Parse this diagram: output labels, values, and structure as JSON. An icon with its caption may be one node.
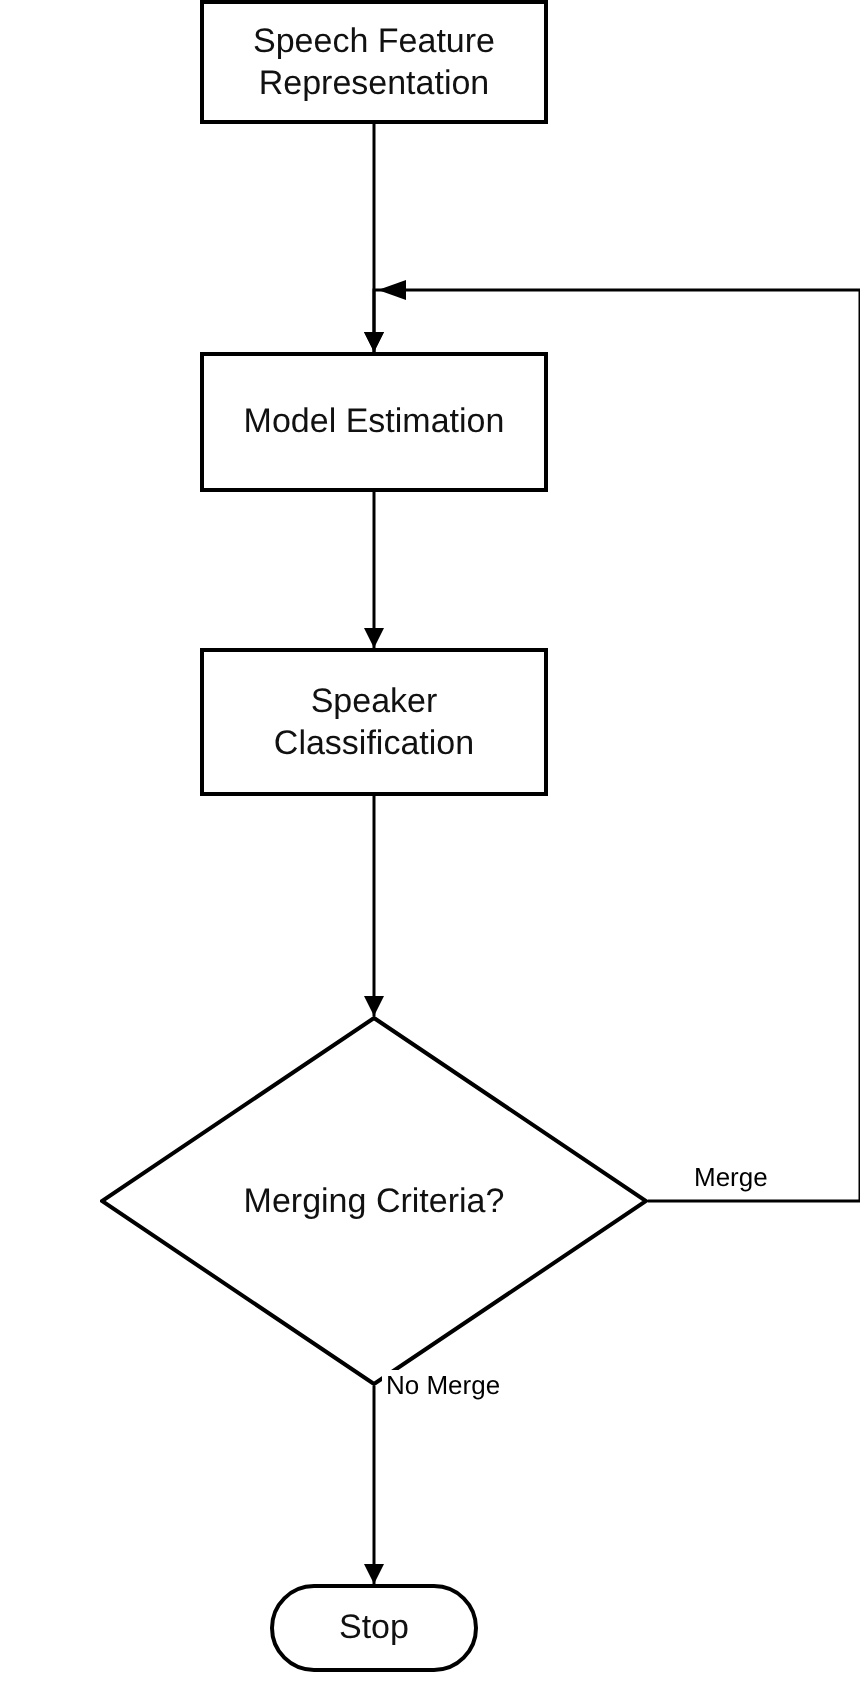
{
  "diagram": {
    "nodes": [
      {
        "text": [
          "Speech Feature Representation"
        ]
      },
      {
        "text": [
          "Model Estimation"
        ]
      },
      {
        "text": [
          "Speaker Classification"
        ]
      },
      {
        "text": [
          "Merging Criteria?"
        ]
      },
      {
        "text": [
          "Stop"
        ]
      }
    ],
    "edges": [
      {
        "from": 0,
        "to": 1,
        "arrow": "to"
      },
      {
        "from": 3,
        "to": 1,
        "arrow": "to",
        "label": "Merge"
      },
      {
        "from": 1,
        "to": 2,
        "arrow": "to"
      },
      {
        "from": 2,
        "to": 3,
        "arrow": "to"
      },
      {
        "from": 3,
        "to": 4,
        "arrow": "to",
        "label": "No Merge"
      }
    ]
  }
}
